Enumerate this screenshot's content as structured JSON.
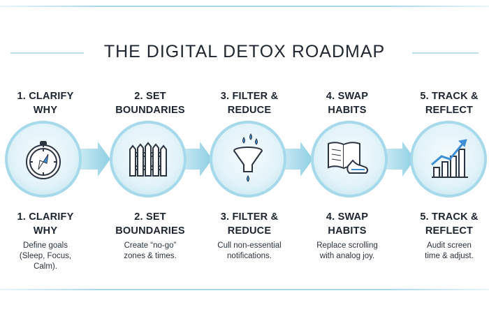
{
  "title": "THE DIGITAL DETOX ROADMAP",
  "steps": [
    {
      "label_line1": "1. CLARIFY",
      "label_line2": "WHY",
      "icon": "compass-icon",
      "desc_lines": [
        "Define goals",
        "(Sleep, Focus,",
        "Calm)."
      ]
    },
    {
      "label_line1": "2. SET",
      "label_line2": "BOUNDARIES",
      "icon": "fence-icon",
      "desc_lines": [
        "Create “no-go”",
        "zones & times."
      ]
    },
    {
      "label_line1": "3. FILTER &",
      "label_line2": "REDUCE",
      "icon": "funnel-icon",
      "desc_lines": [
        "Cull non-essential",
        "notifications."
      ]
    },
    {
      "label_line1": "4. SWAP",
      "label_line2": "HABITS",
      "icon": "book-and-shoe-icon",
      "desc_lines": [
        "Replace scrolling",
        "with analog joy."
      ]
    },
    {
      "label_line1": "5. TRACK &",
      "label_line2": "REFLECT",
      "icon": "growth-chart-icon",
      "desc_lines": [
        "Audit screen",
        "time & adjust."
      ]
    }
  ],
  "colors": {
    "circle_fill": "#e4f4f9",
    "circle_ring": "#a6d9ea",
    "arrow": "#a4d8ea",
    "icon_stroke": "#2b3440"
  }
}
